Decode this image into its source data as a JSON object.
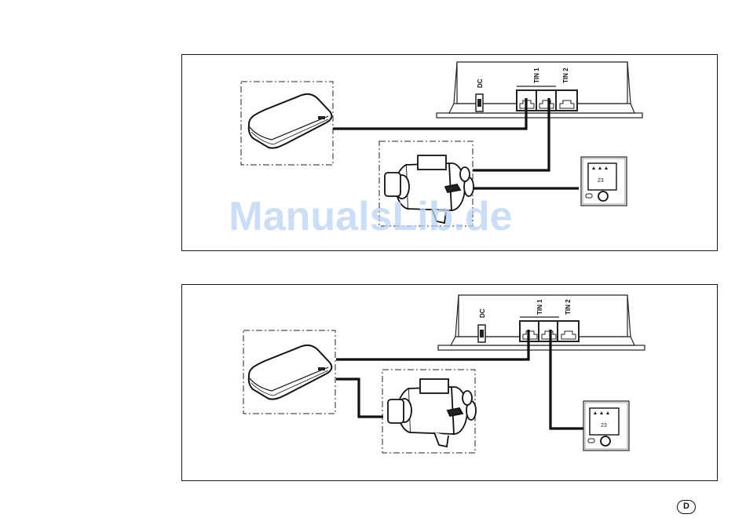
{
  "diagram_top": {
    "dc_label": "DC",
    "tin1_label": "TIN 1",
    "tin2_label": "TIN 2",
    "panel_display": "23"
  },
  "diagram_bottom": {
    "dc_label": "DC",
    "tin1_label": "TIN 1",
    "tin2_label": "TIN 2",
    "panel_display": "23"
  },
  "watermark": "ManualsLib.de",
  "page_badge": "D"
}
